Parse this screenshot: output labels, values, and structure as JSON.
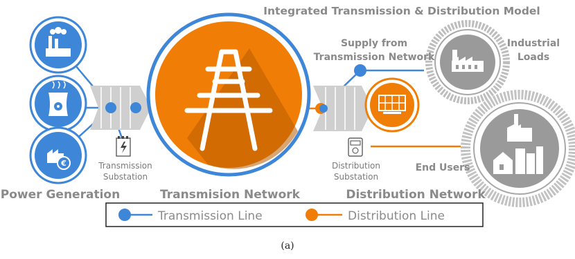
{
  "diagram": {
    "title": "Integrated Transmission & Distribution Model",
    "labels": {
      "power_generation": "Power Generation",
      "transmission_substation_line1": "Transmission",
      "transmission_substation_line2": "Substation",
      "transmission_network": "Transmision Network",
      "supply_line1": "Supply from",
      "supply_line2": "Transmission Network",
      "industrial_line1": "Industrial",
      "industrial_line2": "Loads",
      "distribution_substation_line1": "Distribution",
      "distribution_substation_line2": "Substation",
      "end_users": "End Users",
      "distribution_network": "Distribution Network"
    },
    "legend": {
      "transmission_line": "Transmission Line",
      "distribution_line": "Distribution Line"
    },
    "caption": "(a)"
  },
  "colors": {
    "transmission_blue": "#3d86d8",
    "distribution_orange": "#f07d06",
    "label_gray": "#8a8a8a",
    "load_gray": "#9a9a9a"
  },
  "icons": {
    "generators": [
      "factory-icon",
      "nuclear-plant-icon",
      "renewable-plant-icon"
    ],
    "substations": [
      "transformer-icon",
      "meter-icon"
    ],
    "network": "transmission-tower-icon",
    "loads": [
      "industrial-factory-icon",
      "city-buildings-icon",
      "solar-panel-icon"
    ]
  }
}
